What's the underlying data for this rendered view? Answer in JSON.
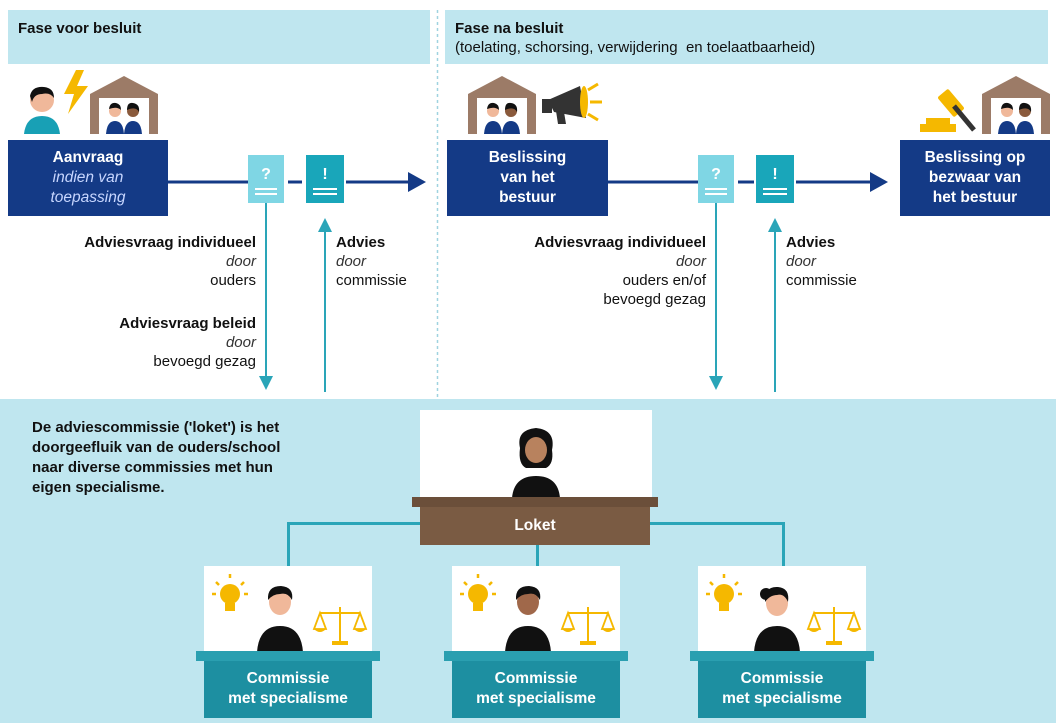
{
  "phase_before": {
    "title": "Fase voor besluit"
  },
  "phase_after": {
    "title": "Fase na besluit",
    "subtitle": "(toelating, schorsing, verwijdering  en toelaatbaarheid)"
  },
  "request_box": {
    "line1": "Aanvraag",
    "line2": "indien van",
    "line3": "toepassing"
  },
  "decision_box": {
    "line1": "Beslissing",
    "line2": "van het",
    "line3": "bestuur"
  },
  "objection_box": {
    "line1": "Beslissing op",
    "line2": "bezwaar van",
    "line3": "het bestuur"
  },
  "left_labels": {
    "q_individual": {
      "title": "Adviesvraag individueel",
      "by": "door",
      "who": "ouders"
    },
    "q_policy": {
      "title": "Adviesvraag beleid",
      "by": "door",
      "who": "bevoegd gezag"
    },
    "advice": {
      "title": "Advies",
      "by": "door",
      "who": "commissie"
    }
  },
  "right_labels": {
    "q_individual": {
      "title": "Adviesvraag individueel",
      "by": "door",
      "who1": "ouders en/of",
      "who2": "bevoegd gezag"
    },
    "advice": {
      "title": "Advies",
      "by": "door",
      "who": "commissie"
    }
  },
  "doc_icons": {
    "question": "?",
    "exclaim": "!"
  },
  "intro_text": "De adviescommissie ('loket') is het doorgeefluik van de ouders/school naar diverse commissies met hun eigen specialisme.",
  "loket_label": "Loket",
  "commissions": [
    {
      "line1": "Commissie",
      "line2": "met specialisme"
    },
    {
      "line1": "Commissie",
      "line2": "met specialisme"
    },
    {
      "line1": "Commissie",
      "line2": "met specialisme"
    }
  ],
  "colors": {
    "navy": "#143a86",
    "teal": "#2aa5b8",
    "light_teal": "#bfe6ef",
    "brown": "#7a5b43",
    "yellow": "#f5b800"
  }
}
